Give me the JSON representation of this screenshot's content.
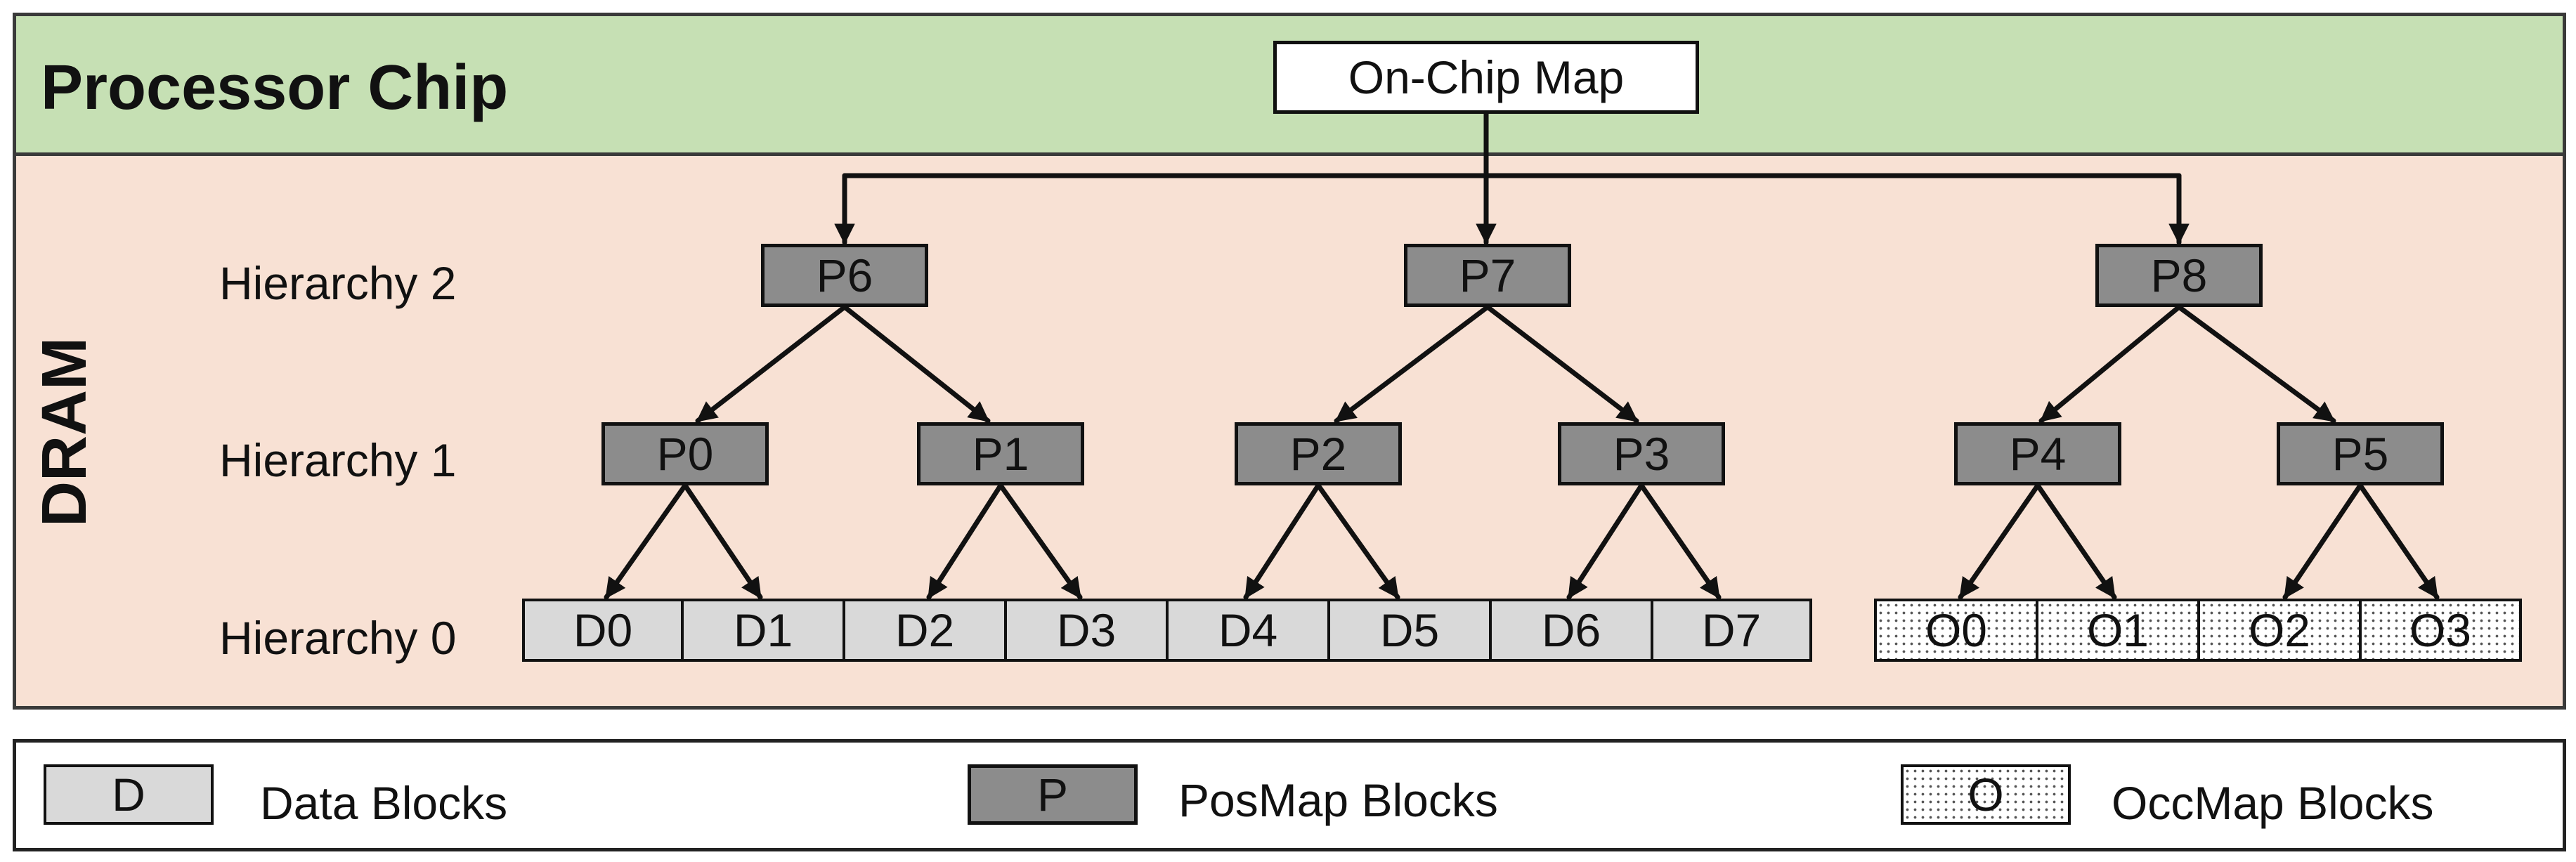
{
  "header": {
    "processor_label": "Processor Chip",
    "dram_label": "DRAM"
  },
  "on_chip_map": "On-Chip Map",
  "hierarchy_labels": [
    "Hierarchy 2",
    "Hierarchy 1",
    "Hierarchy 0"
  ],
  "posmap_blocks": [
    "P0",
    "P1",
    "P2",
    "P3",
    "P4",
    "P5",
    "P6",
    "P7",
    "P8"
  ],
  "data_blocks": [
    "D0",
    "D1",
    "D2",
    "D3",
    "D4",
    "D5",
    "D6",
    "D7"
  ],
  "occmap_blocks": [
    "O0",
    "O1",
    "O2",
    "O3"
  ],
  "legend": {
    "data": {
      "symbol": "D",
      "label": "Data Blocks"
    },
    "posmap": {
      "symbol": "P",
      "label": "PosMap Blocks"
    },
    "occmap": {
      "symbol": "O",
      "label": "OccMap Blocks"
    }
  },
  "colors": {
    "processor_bg": "#c6e0b4",
    "dram_bg": "#f8e1d4",
    "posmap": "#8c8c8c",
    "data": "#d9d9d9",
    "occmap_dots": "#555555"
  }
}
